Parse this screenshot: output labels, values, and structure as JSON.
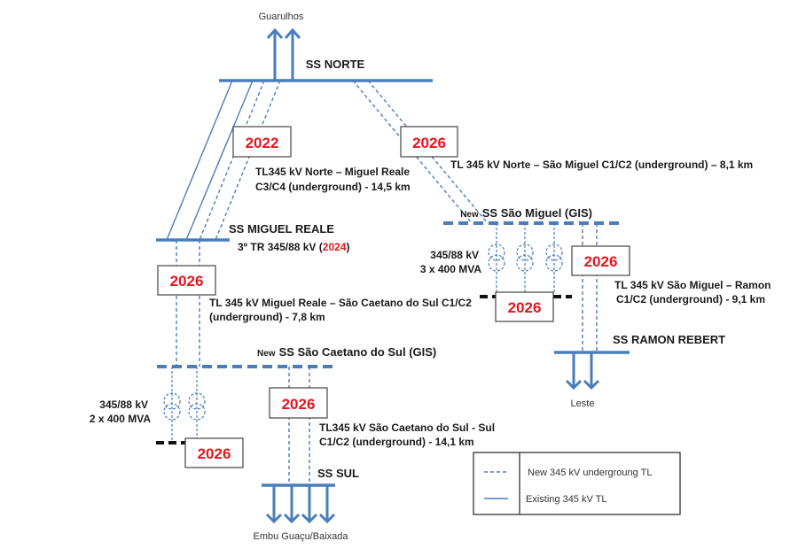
{
  "colors": {
    "line": "#4a7ebb",
    "year": "#e8141c"
  },
  "destinations": {
    "north": "Guarulhos",
    "east": "Leste",
    "south": "Embu Guaçu/Baixada"
  },
  "substations": {
    "norte": "SS NORTE",
    "miguel_reale": "SS MIGUEL REALE",
    "miguel_reale_note_prefix": "3º TR 345/88 kV (",
    "miguel_reale_note_year": "2024",
    "miguel_reale_note_suffix": ")",
    "sao_miguel_new": "New",
    "sao_miguel": "SS São Miguel (GIS)",
    "sao_caetano_new": "New",
    "sao_caetano": "SS São Caetano do Sul (GIS)",
    "ramon": "SS RAMON REBERT",
    "sul": "SS SUL"
  },
  "years": {
    "norte_mr": "2022",
    "norte_sm": "2026",
    "mr_sc": "2026",
    "sm_trafo": "2026",
    "sm_ramon": "2026",
    "sc_trafo": "2026",
    "sc_sul": "2026"
  },
  "lines": {
    "norte_mr_1": "TL345 kV Norte – Miguel Reale",
    "norte_mr_2": "C3/C4 (underground)  - 14,5 km",
    "norte_sm": "TL 345 kV Norte – São Miguel C1/C2 (underground) – 8,1 km",
    "mr_sc_1": "TL 345 kV Miguel Reale – São Caetano do Sul C1/C2",
    "mr_sc_2": "(underground)  - 7,8 km",
    "sm_ramon_1": "TL 345 kV São Miguel – Ramon",
    "sm_ramon_2": "C1/C2 (underground)  - 9,1 km",
    "sc_sul_1": "TL345 kV São Caetano do Sul - Sul",
    "sc_sul_2": "C1/C2 (underground)  - 14,1 km"
  },
  "transformers": {
    "sm_1": "345/88 kV",
    "sm_2": "3 x 400 MVA",
    "sc_1": "345/88 kV",
    "sc_2": "2 x 400 MVA"
  },
  "legend": {
    "new": "New 345 kV undergroung TL",
    "existing": "Existing 345 kV TL"
  }
}
